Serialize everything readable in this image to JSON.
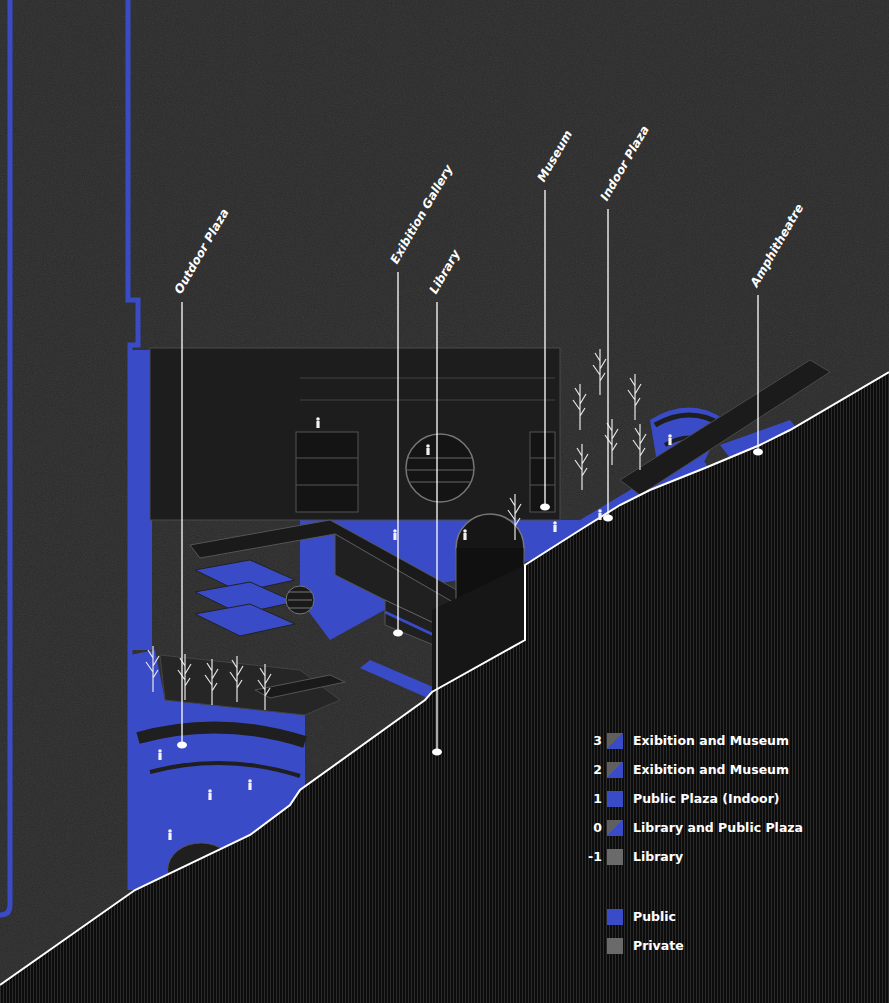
{
  "diagram": {
    "labels": [
      "Outdoor Plaza",
      "Exibition Gallery",
      "Library",
      "Museum",
      "Indoor Plaza",
      "Amphitheatre",
      "3",
      "2",
      "1",
      "0",
      "-1"
    ],
    "legend": [
      {
        "text": "Exibition and Museum"
      },
      {
        "text": "Exibition and Museum"
      },
      {
        "text": "Public Plaza (Indoor)",
        "color": "#3a4bc8"
      },
      {
        "text": "Library and Public Plaza"
      },
      {
        "text": "Library",
        "color": "#6a6a6a"
      },
      {
        "text": "Public",
        "color": "#3a4bc8"
      },
      {
        "text": "Private",
        "color": "#6a6a6a"
      }
    ]
  }
}
